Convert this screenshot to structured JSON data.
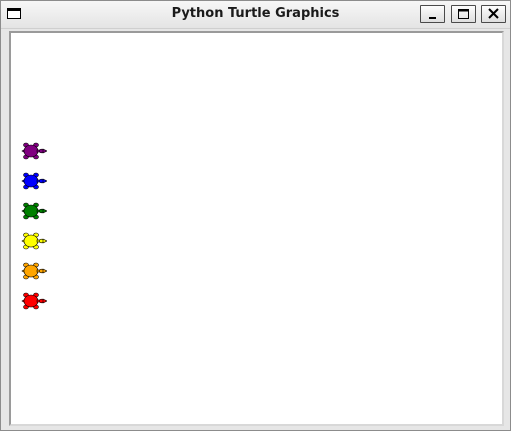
{
  "window": {
    "title": "Python Turtle Graphics"
  },
  "controls": [
    {
      "name": "minimize-button",
      "icon": "minimize-icon"
    },
    {
      "name": "maximize-button",
      "icon": "maximize-icon"
    },
    {
      "name": "close-button",
      "icon": "close-icon"
    }
  ],
  "turtles": [
    {
      "name": "turtle-purple",
      "color": "#800080"
    },
    {
      "name": "turtle-blue",
      "color": "#0000ff"
    },
    {
      "name": "turtle-green",
      "color": "#008000"
    },
    {
      "name": "turtle-yellow",
      "color": "#ffff00"
    },
    {
      "name": "turtle-orange",
      "color": "#ffa500"
    },
    {
      "name": "turtle-red",
      "color": "#ff0000"
    }
  ]
}
